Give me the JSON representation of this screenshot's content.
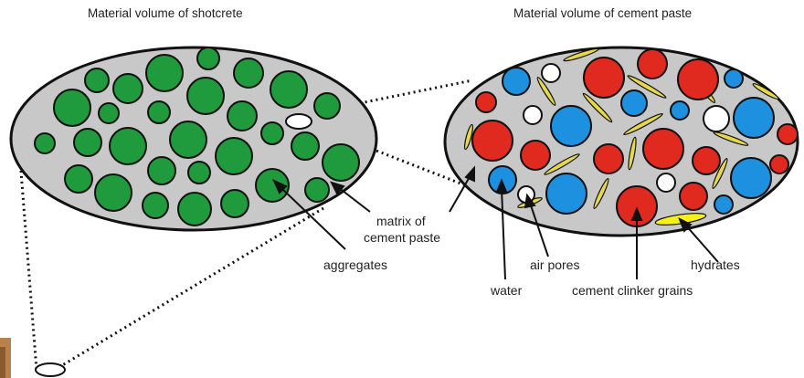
{
  "titles": {
    "left": "Material volume of shotcrete",
    "right": "Material volume of cement paste"
  },
  "labels": {
    "matrix_line1": "matrix of",
    "matrix_line2": "cement paste",
    "aggregates": "aggregates",
    "water": "water",
    "air_pores": "air pores",
    "clinker": "cement clinker grains",
    "hydrates": "hydrates"
  },
  "colors": {
    "matrix": "#c8c8c8",
    "aggregate": "#1f9a3c",
    "clinker": "#e02a1f",
    "water": "#1e90e0",
    "air_pore": "#ffffff",
    "hydrate": "#e6d84a",
    "hydrate_highlight": "#f5ef1a"
  }
}
